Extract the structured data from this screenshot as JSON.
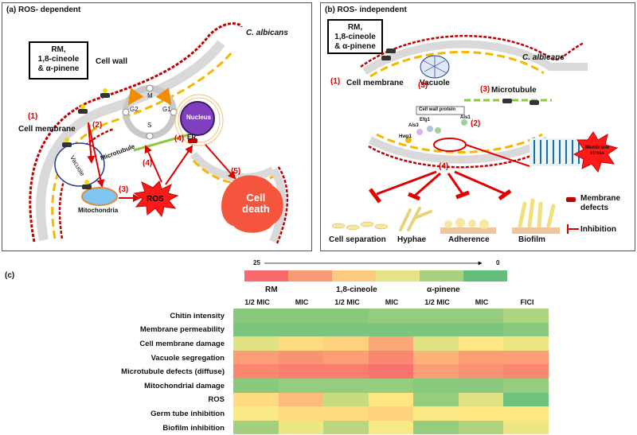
{
  "panel_a": {
    "title": "(a) ROS- dependent",
    "treatment_box": [
      "RM,",
      "1,8-cineole",
      "& α-pinene"
    ],
    "labels": {
      "organism": "C. albicans",
      "cell_wall": "Cell wall",
      "cell_membrane": "Cell membrane",
      "vacuole": "Vacuole",
      "mitochondria": "Mitochondria",
      "microtubule": "Microtubule",
      "nucleus": "Nucleus",
      "er": "ER",
      "ros": "ROS",
      "cell_death": [
        "Cell",
        "death"
      ],
      "phase_m": "M",
      "phase_g1": "G1",
      "phase_g2": "G2",
      "phase_s": "S"
    },
    "steps": [
      "(1)",
      "(2)",
      "(3)",
      "(4)",
      "(4)",
      "(5)"
    ]
  },
  "panel_b": {
    "title": "(b) ROS- independent",
    "treatment_box": [
      "RM,",
      "1,8-cineole",
      "& α-pinene"
    ],
    "labels": {
      "organism": "C. albicans",
      "vacuole": "Vacuole",
      "cell_membrane": "Cell membrane",
      "microtubule": "Microtubule",
      "cell_wall_protein": "Cell wall protein",
      "efg1": "Efg1",
      "als3": "Als3",
      "als1": "Als1",
      "hwp1": "Hwp1",
      "membrane_stress": [
        "Membrane",
        "stress"
      ],
      "outcomes": [
        "Cell separation",
        "Hyphae",
        "Adherence",
        "Biofilm"
      ],
      "legend_defects": [
        "Membrane",
        "defects"
      ],
      "legend_inhibition": "Inhibition"
    },
    "steps": [
      "(1)",
      "(3)",
      "(3)",
      "(2)",
      "(4)"
    ]
  },
  "panel_c": {
    "title": "(c)"
  },
  "chart_data": {
    "type": "heatmap",
    "scale": {
      "max_label": "25",
      "min_label": "0",
      "max": 25,
      "min": 0
    },
    "group_labels": [
      "RM",
      "1,8-cineole",
      "α-pinene"
    ],
    "columns": [
      "1/2 MIC",
      "MIC",
      "1/2 MIC",
      "MIC",
      "1/2 MIC",
      "MIC",
      "FICI"
    ],
    "rows": [
      "Chitin intensity",
      "Membrane permeability",
      "Cell membrane damage",
      "Vacuole segregation",
      "Microtubule defects (diffuse)",
      "Mitochondrial damage",
      "ROS",
      "Germ tube inhibition",
      "Biofilm inhibition"
    ],
    "values": [
      [
        3,
        3,
        3,
        4,
        4,
        4,
        6
      ],
      [
        2,
        2,
        2,
        2,
        2,
        2,
        3
      ],
      [
        10,
        14,
        15,
        19,
        10,
        13,
        11
      ],
      [
        20,
        21,
        20,
        22,
        18,
        20,
        20
      ],
      [
        22,
        23,
        23,
        24,
        20,
        21,
        22
      ],
      [
        3,
        4,
        4,
        4,
        3,
        3,
        4
      ],
      [
        14,
        17,
        8,
        13,
        4,
        10,
        1
      ],
      [
        12,
        14,
        14,
        15,
        12,
        13,
        13
      ],
      [
        5,
        11,
        7,
        12,
        4,
        6,
        11
      ]
    ],
    "colors": [
      "#63be7b",
      "#ffeb84",
      "#f8696b"
    ]
  }
}
